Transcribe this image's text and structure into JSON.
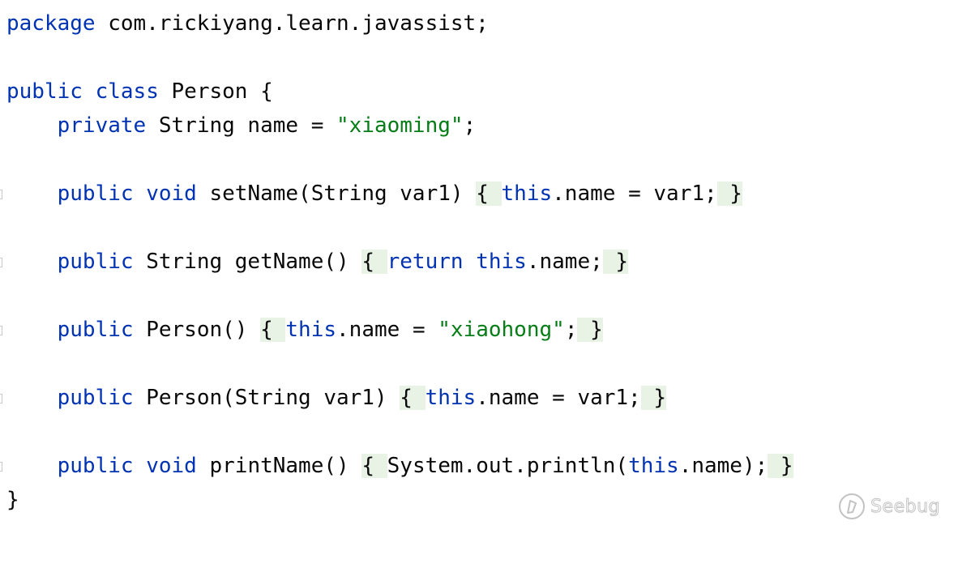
{
  "code": {
    "line1": {
      "kw": "package",
      "rest": " com.rickiyang.learn.javassist;"
    },
    "line3": {
      "kw1": "public",
      "kw2": "class",
      "rest": " Person {"
    },
    "line4": {
      "indent": "    ",
      "kw": "private",
      "mid": " String name = ",
      "str": "\"xiaoming\"",
      "end": ";"
    },
    "line6": {
      "indent": "    ",
      "kw1": "public",
      "kw2": "void",
      "sig": " setName(String var1)",
      "open": "{ ",
      "this": "this",
      "body": ".name = var1;",
      "close": " }"
    },
    "line8": {
      "indent": "    ",
      "kw1": "public",
      "sig": " String getName()",
      "open": "{ ",
      "kw2": "return",
      "this": "this",
      "body": ".name;",
      "close": " }"
    },
    "line10": {
      "indent": "    ",
      "kw1": "public",
      "sig": " Person()",
      "open": "{ ",
      "this": "this",
      "mid": ".name = ",
      "str": "\"xiaohong\"",
      "end": ";",
      "close": " }"
    },
    "line12": {
      "indent": "    ",
      "kw1": "public",
      "sig": " Person(String var1)",
      "open": "{ ",
      "this": "this",
      "body": ".name = var1;",
      "close": " }"
    },
    "line14": {
      "indent": "    ",
      "kw1": "public",
      "kw2": "void",
      "sig": " printName()",
      "open": "{ ",
      "pre": "System.out.println(",
      "this": "this",
      "body": ".name);",
      "close": " }"
    },
    "line15": {
      "text": "}"
    }
  },
  "watermark": {
    "text": "Seebug",
    "icon": "seebug-logo-icon"
  },
  "colors": {
    "keyword": "#0033b3",
    "string": "#067d17",
    "text": "#080808",
    "fold_highlight": "#e8f2e5"
  }
}
